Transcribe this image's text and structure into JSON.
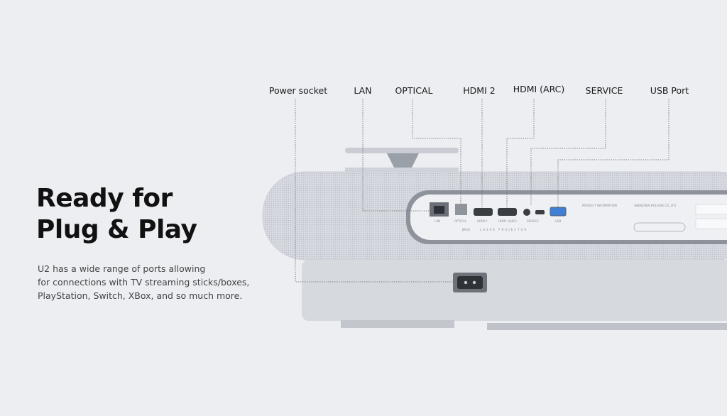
{
  "headline": {
    "line1": "Ready for",
    "line2": "Plug & Play"
  },
  "description": {
    "line1": "U2 has a wide range of ports allowing",
    "line2": "for connections with TV streaming sticks/boxes,",
    "line3": "PlayStation, Switch, XBox, and so much more."
  },
  "callouts": [
    {
      "label": "Power socket"
    },
    {
      "label": "LAN"
    },
    {
      "label": "OPTICAL"
    },
    {
      "label": "HDMI 2"
    },
    {
      "label": "HDMI (ARC)"
    },
    {
      "label": "SERVICE"
    },
    {
      "label": "USB Port"
    }
  ],
  "panel": {
    "port_labels": [
      "LAN",
      "OPTICAL",
      "HDMI 2",
      "HDMI 1(ARC)",
      "SERVICE",
      "USB"
    ],
    "brand": "JMGO",
    "product_line": "LASER PROJECTOR",
    "info_title": "PRODUCT INFORMATION",
    "company": "SHENZHEN HOLATEK CO.,LTD"
  },
  "colors": {
    "background": "#eceef2",
    "body": "#dde0e5",
    "panel_border": "#8d929b",
    "usb_port": "#3f7fd6"
  }
}
